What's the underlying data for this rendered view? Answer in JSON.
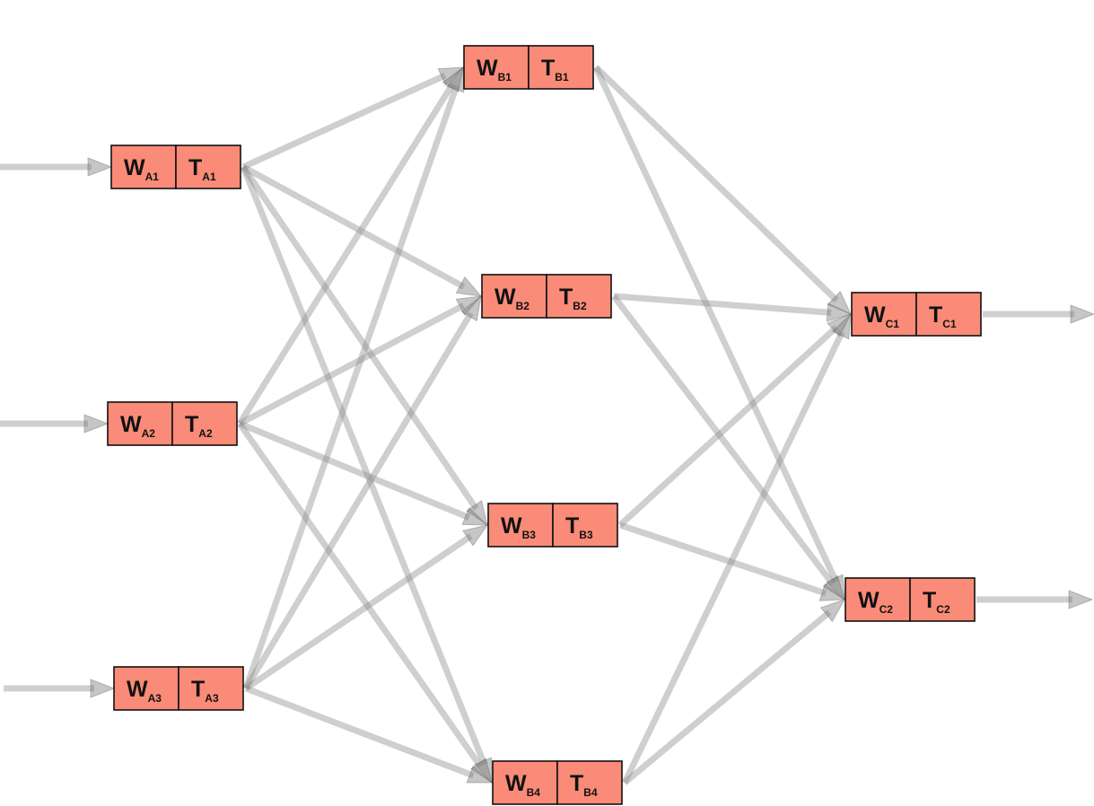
{
  "nodes": [
    {
      "id": "A1",
      "w": {
        "main": "W",
        "sub": "A1"
      },
      "t": {
        "main": "T",
        "sub": "A1"
      }
    },
    {
      "id": "A2",
      "w": {
        "main": "W",
        "sub": "A2"
      },
      "t": {
        "main": "T",
        "sub": "A2"
      }
    },
    {
      "id": "A3",
      "w": {
        "main": "W",
        "sub": "A3"
      },
      "t": {
        "main": "T",
        "sub": "A3"
      }
    },
    {
      "id": "B1",
      "w": {
        "main": "W",
        "sub": "B1"
      },
      "t": {
        "main": "T",
        "sub": "B1"
      }
    },
    {
      "id": "B2",
      "w": {
        "main": "W",
        "sub": "B2"
      },
      "t": {
        "main": "T",
        "sub": "B2"
      }
    },
    {
      "id": "B3",
      "w": {
        "main": "W",
        "sub": "B3"
      },
      "t": {
        "main": "T",
        "sub": "B3"
      }
    },
    {
      "id": "B4",
      "w": {
        "main": "W",
        "sub": "B4"
      },
      "t": {
        "main": "T",
        "sub": "B4"
      }
    },
    {
      "id": "C1",
      "w": {
        "main": "W",
        "sub": "C1"
      },
      "t": {
        "main": "T",
        "sub": "C1"
      }
    },
    {
      "id": "C2",
      "w": {
        "main": "W",
        "sub": "C2"
      },
      "t": {
        "main": "T",
        "sub": "C2"
      }
    }
  ],
  "edges": [
    {
      "from": "input",
      "to": "A1"
    },
    {
      "from": "input",
      "to": "A2"
    },
    {
      "from": "input",
      "to": "A3"
    },
    {
      "from": "A1",
      "to": "B1"
    },
    {
      "from": "A1",
      "to": "B2"
    },
    {
      "from": "A1",
      "to": "B3"
    },
    {
      "from": "A1",
      "to": "B4"
    },
    {
      "from": "A2",
      "to": "B1"
    },
    {
      "from": "A2",
      "to": "B2"
    },
    {
      "from": "A2",
      "to": "B3"
    },
    {
      "from": "A2",
      "to": "B4"
    },
    {
      "from": "A3",
      "to": "B1"
    },
    {
      "from": "A3",
      "to": "B2"
    },
    {
      "from": "A3",
      "to": "B3"
    },
    {
      "from": "A3",
      "to": "B4"
    },
    {
      "from": "B1",
      "to": "C1"
    },
    {
      "from": "B1",
      "to": "C2"
    },
    {
      "from": "B2",
      "to": "C1"
    },
    {
      "from": "B2",
      "to": "C2"
    },
    {
      "from": "B3",
      "to": "C1"
    },
    {
      "from": "B3",
      "to": "C2"
    },
    {
      "from": "B4",
      "to": "C1"
    },
    {
      "from": "B4",
      "to": "C2"
    },
    {
      "from": "C1",
      "to": "output"
    },
    {
      "from": "C2",
      "to": "output"
    }
  ],
  "colors": {
    "node_fill": "#f98b78",
    "node_stroke": "#111111",
    "edge": "#8c8c8c"
  }
}
